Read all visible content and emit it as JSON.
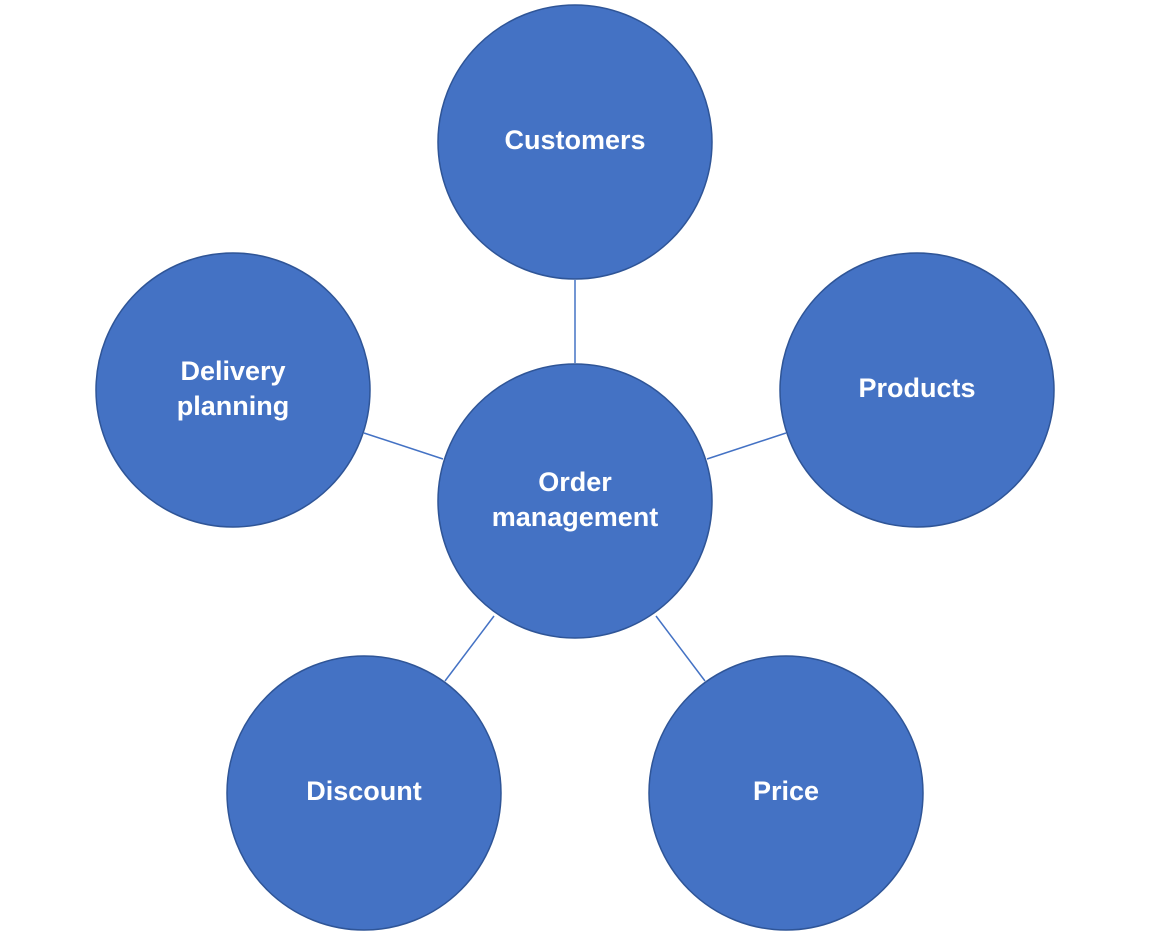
{
  "diagram": {
    "center": {
      "lines": [
        "Order",
        "management"
      ]
    },
    "nodes": {
      "customers": {
        "lines": [
          "Customers"
        ]
      },
      "products": {
        "lines": [
          "Products"
        ]
      },
      "price": {
        "lines": [
          "Price"
        ]
      },
      "discount": {
        "lines": [
          "Discount"
        ]
      },
      "delivery": {
        "lines": [
          "Delivery",
          "planning"
        ]
      }
    },
    "colors": {
      "node_fill": "#4472c4",
      "node_stroke": "#2f5597",
      "connector": "#4472c4",
      "label": "#ffffff"
    }
  }
}
